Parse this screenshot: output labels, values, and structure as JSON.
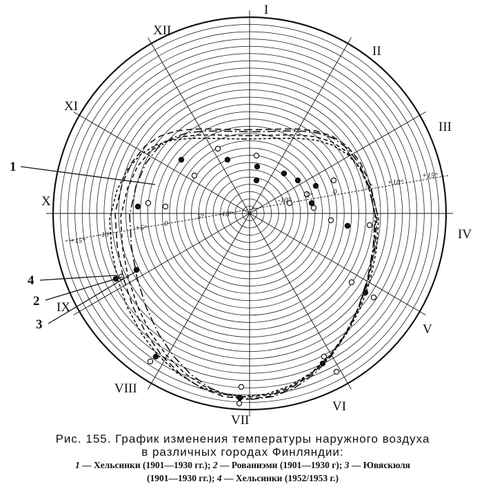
{
  "figure": {
    "month_labels": [
      "I",
      "II",
      "III",
      "IV",
      "V",
      "VI",
      "VII",
      "VIII",
      "IX",
      "X",
      "XI",
      "XII"
    ],
    "scale_labels_left": [
      "+15°",
      "-10°",
      "+5°",
      "0",
      "5°",
      "-10°"
    ],
    "scale_labels_right": [
      "-10°",
      "-5°",
      "0",
      "5°",
      "+10°",
      "+15°"
    ],
    "series_numbers": [
      "1",
      "4",
      "2",
      "3"
    ],
    "colors": {
      "ink": "#111111",
      "paper": "#ffffff"
    }
  },
  "caption": {
    "line1": "Рис. 155. График изменения температуры наружного воздуха",
    "line2": "в различных городах Финляндии:",
    "legend": [
      {
        "num": "1",
        "text": "— Хельсинки (1901—1930 гг.);"
      },
      {
        "num": "2",
        "text": "— Рованиэми (1901—1930 г);"
      },
      {
        "num": "3",
        "text": "— Ювяскюля"
      },
      {
        "num": "",
        "text": "(1901—1930 гг.);"
      },
      {
        "num": "4",
        "text": "— Хельсинки (1952/1953 г.)"
      }
    ]
  }
}
